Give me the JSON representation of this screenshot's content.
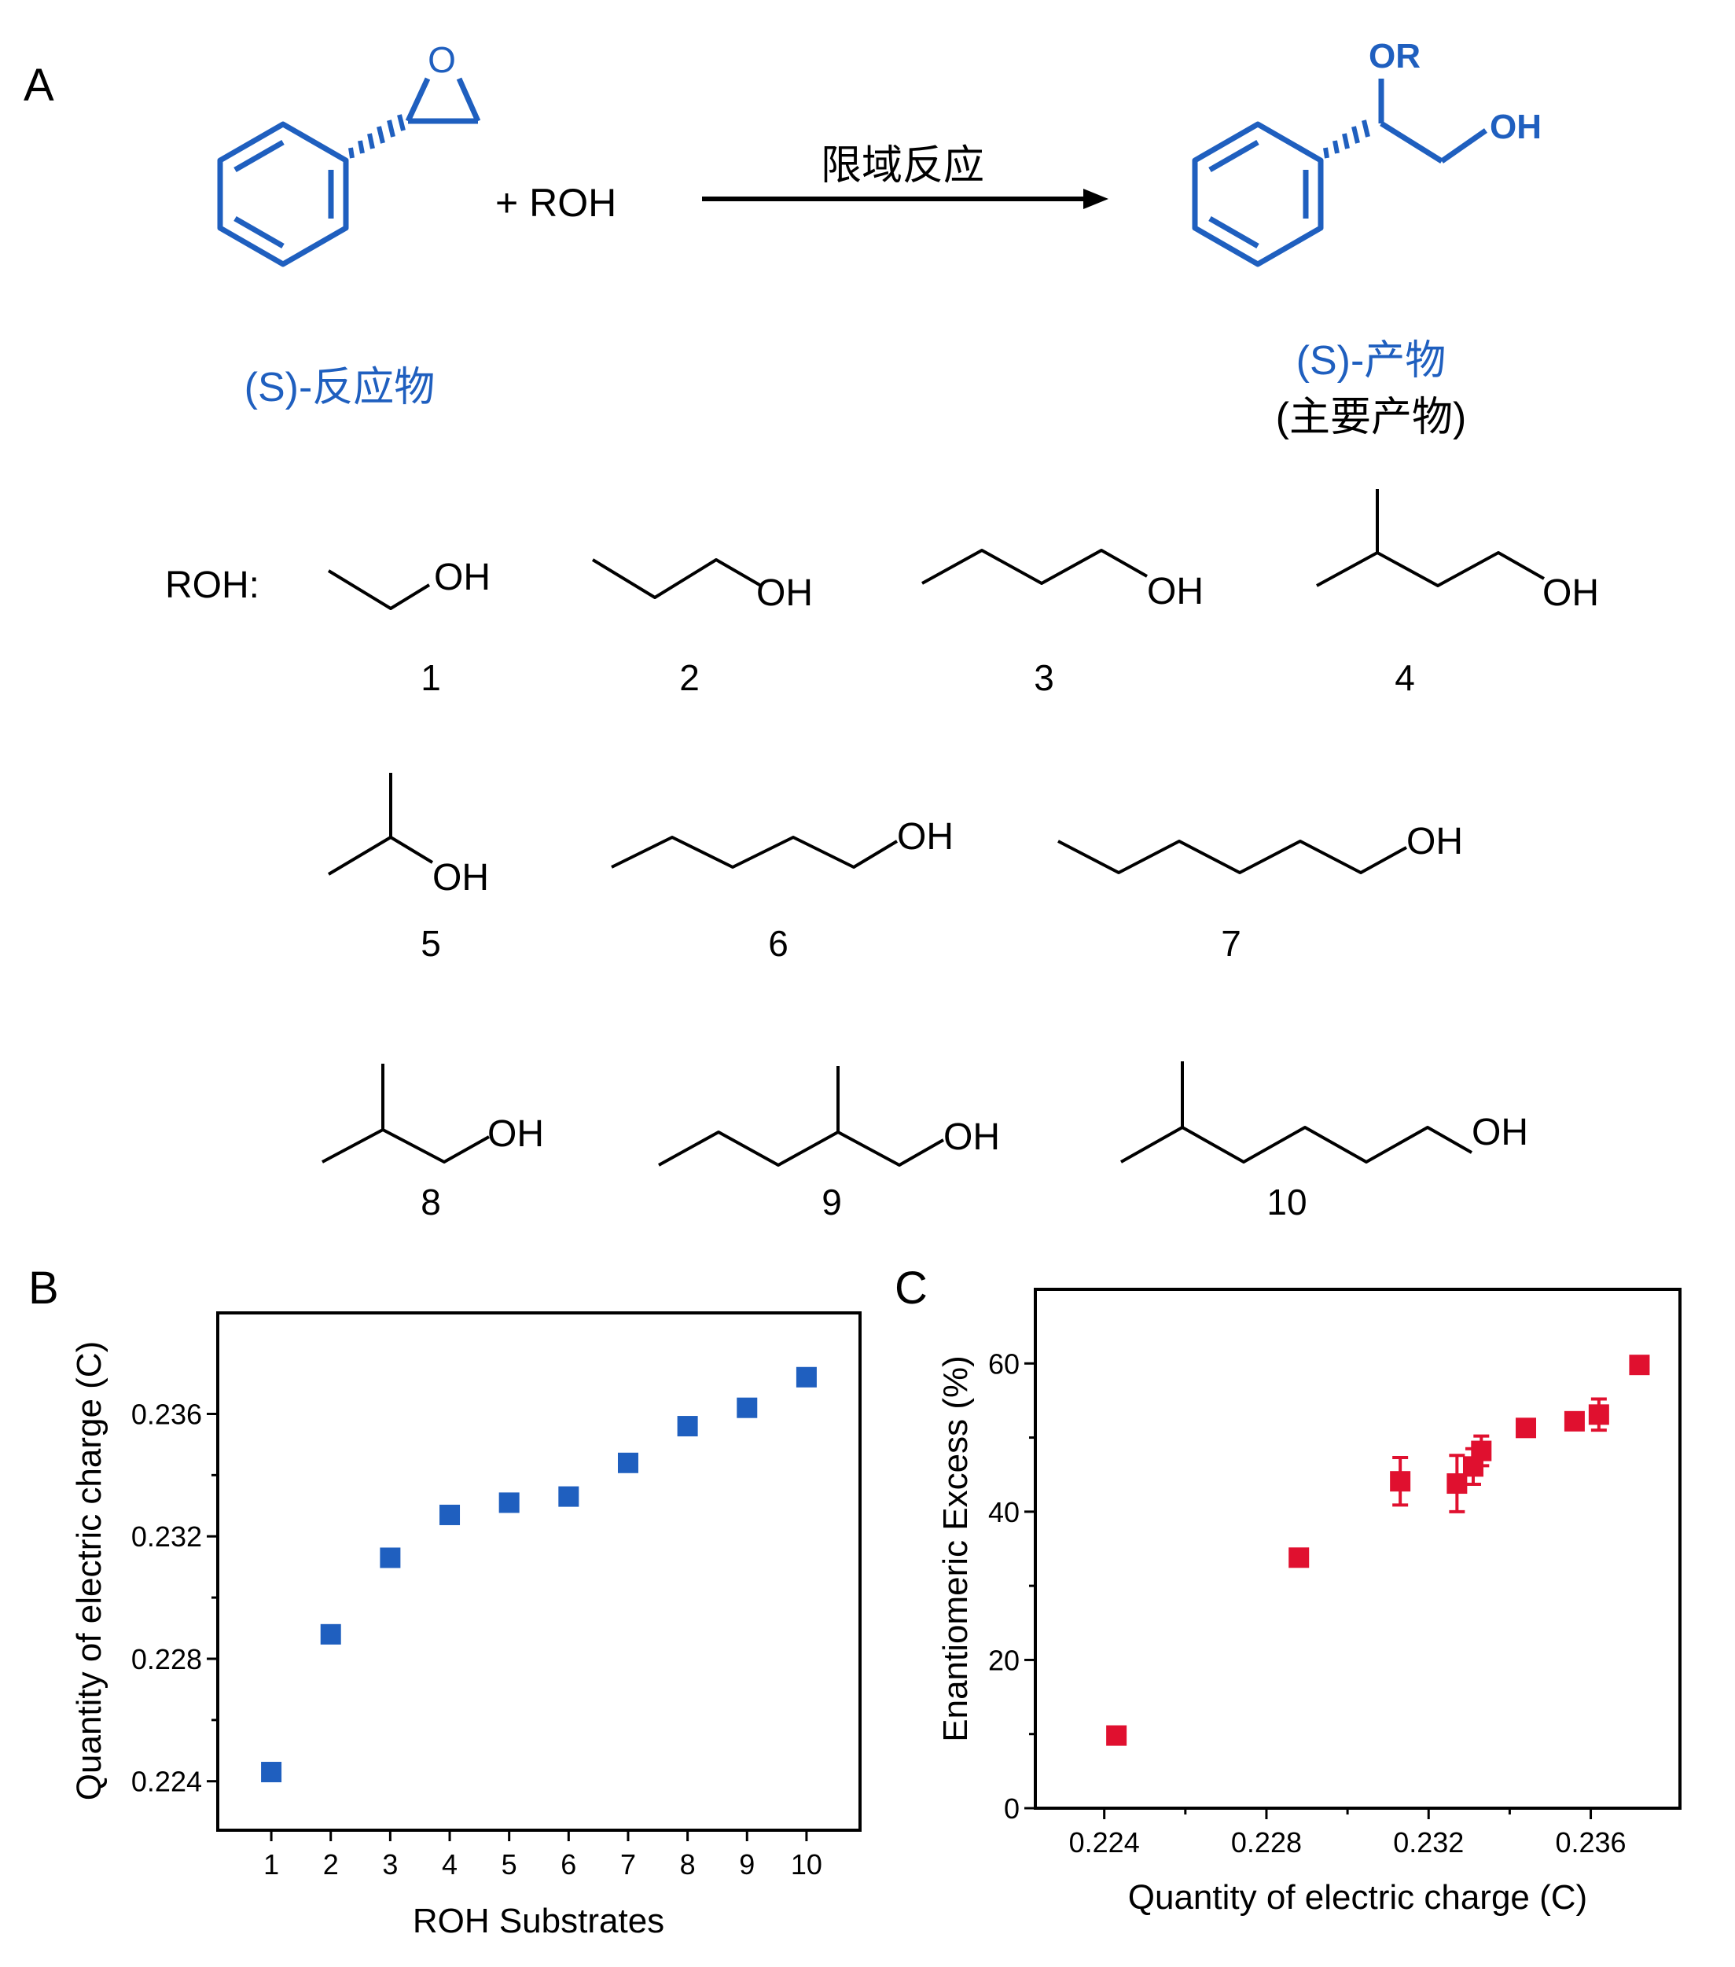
{
  "figure": {
    "panel_labels": {
      "a": "A",
      "b": "B",
      "c": "C"
    }
  },
  "scheme": {
    "plus_roh": "+  ROH",
    "arrow_label": "限域反应",
    "reactant_label": "(S)-反应物",
    "product_label": "(S)-产物",
    "product_note": "(主要产物)",
    "atoms": {
      "o": "O",
      "or": "OR",
      "oh": "OH"
    },
    "colors": {
      "structure": "#1f5fbf",
      "text": "#000000"
    }
  },
  "substrates": {
    "prefix": "ROH:",
    "items": [
      {
        "number": "1",
        "oh_label": "OH"
      },
      {
        "number": "2",
        "oh_label": "OH"
      },
      {
        "number": "3",
        "oh_label": "OH"
      },
      {
        "number": "4",
        "oh_label": "OH"
      },
      {
        "number": "5",
        "oh_label": "OH"
      },
      {
        "number": "6",
        "oh_label": "OH"
      },
      {
        "number": "7",
        "oh_label": "OH"
      },
      {
        "number": "8",
        "oh_label": "OH"
      },
      {
        "number": "9",
        "oh_label": "OH"
      },
      {
        "number": "10",
        "oh_label": "OH"
      }
    ]
  },
  "chart_data": [
    {
      "type": "scatter",
      "panel": "B",
      "xlabel": "ROH Substrates",
      "ylabel": "Quantity of electric charge (C)",
      "x": [
        1,
        2,
        3,
        4,
        5,
        6,
        7,
        8,
        9,
        10
      ],
      "y": [
        0.2243,
        0.2288,
        0.2313,
        0.2327,
        0.2331,
        0.2333,
        0.2344,
        0.2356,
        0.2362,
        0.2372
      ],
      "xlim": [
        0.1,
        10.9
      ],
      "ylim": [
        0.2224,
        0.2393
      ],
      "xticks": [
        1,
        2,
        3,
        4,
        5,
        6,
        7,
        8,
        9,
        10
      ],
      "yticks": [
        0.224,
        0.228,
        0.232,
        0.236
      ],
      "ytick_labels": [
        "0.224",
        "0.228",
        "0.232",
        "0.236"
      ],
      "marker": "square",
      "color": "#1f5fbf",
      "grid": false,
      "legend": "none"
    },
    {
      "type": "scatter",
      "panel": "C",
      "xlabel": "Quantity of electric charge (C)",
      "ylabel": "Enantiomeric Excess (%)",
      "x": [
        0.2243,
        0.2288,
        0.2313,
        0.2327,
        0.2331,
        0.2333,
        0.2344,
        0.2356,
        0.2362,
        0.2372
      ],
      "y": [
        9.8,
        33.8,
        44.1,
        43.8,
        46.1,
        48.2,
        51.3,
        52.2,
        53.1,
        59.8
      ],
      "yerr": [
        0.6,
        1.0,
        3.2,
        3.8,
        2.4,
        2.0,
        1.1,
        0.9,
        2.1,
        0.7
      ],
      "xlim": [
        0.2223,
        0.2382
      ],
      "ylim": [
        0,
        70
      ],
      "xticks": [
        0.224,
        0.228,
        0.232,
        0.236
      ],
      "xtick_labels": [
        "0.224",
        "0.228",
        "0.232",
        "0.236"
      ],
      "yticks": [
        0,
        20,
        40,
        60
      ],
      "ytick_labels": [
        "0",
        "20",
        "40",
        "60"
      ],
      "marker": "square",
      "color": "#e0102f",
      "grid": false,
      "legend": "none"
    }
  ]
}
